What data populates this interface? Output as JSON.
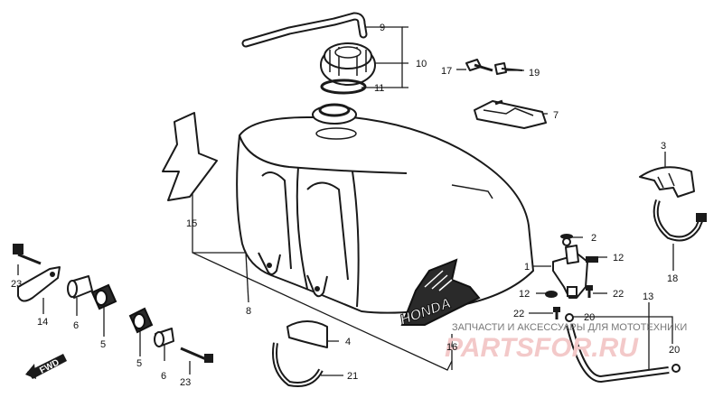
{
  "callouts": {
    "c1": "1",
    "c2": "2",
    "c3": "3",
    "c4": "4",
    "c5a": "5",
    "c5b": "5",
    "c6a": "6",
    "c6b": "6",
    "c7": "7",
    "c8": "8",
    "c9": "9",
    "c10": "10",
    "c11": "11",
    "c12a": "12",
    "c12b": "12",
    "c13": "13",
    "c14": "14",
    "c15": "15",
    "c16": "16",
    "c17": "17",
    "c18": "18",
    "c19": "19",
    "c20a": "20",
    "c20b": "20",
    "c21": "21",
    "c22a": "22",
    "c22b": "22",
    "c23a": "23",
    "c23b": "23"
  },
  "fwd_label": "FWD",
  "tank_decal": "HONDA",
  "watermark": {
    "line1": "ЗАПЧАСТИ И АКСЕССУАРЫ ДЛЯ МОТОТЕХНИКИ",
    "brand": "PARTSFOR.RU"
  }
}
